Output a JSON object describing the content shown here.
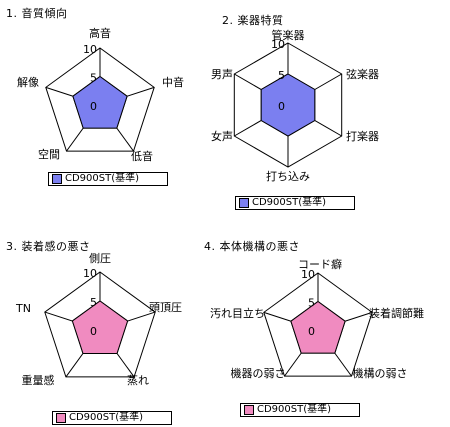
{
  "chart_data": [
    {
      "type": "radar",
      "title": "1. 音質傾向",
      "axes": [
        "高音",
        "中音",
        "低音",
        "空間",
        "解像"
      ],
      "rmax": 10,
      "ticks": [
        "10",
        "5",
        "0"
      ],
      "series": [
        {
          "name": "CD900ST(基準)",
          "values": [
            5,
            5,
            5,
            5,
            5
          ],
          "color": "#7b7ff0"
        }
      ]
    },
    {
      "type": "radar",
      "title": "2. 楽器特質",
      "axes": [
        "管楽器",
        "弦楽器",
        "打楽器",
        "打ち込み",
        "女声",
        "男声"
      ],
      "rmax": 10,
      "ticks": [
        "10",
        "5",
        "0"
      ],
      "series": [
        {
          "name": "CD900ST(基準)",
          "values": [
            5,
            5,
            5,
            5,
            5,
            5
          ],
          "color": "#7b7ff0"
        }
      ]
    },
    {
      "type": "radar",
      "title": "3. 装着感の悪さ",
      "axes": [
        "側圧",
        "頭頂圧",
        "蒸れ",
        "重量感",
        "TN"
      ],
      "rmax": 10,
      "ticks": [
        "10",
        "5",
        "0"
      ],
      "series": [
        {
          "name": "CD900ST(基準)",
          "values": [
            5,
            5,
            5,
            5,
            5
          ],
          "color": "#f08bc0"
        }
      ]
    },
    {
      "type": "radar",
      "title": "4. 本体機構の悪さ",
      "axes": [
        "コード癖",
        "装着調節難",
        "機構の弱さ",
        "機器の弱さ",
        "汚れ目立ち"
      ],
      "rmax": 10,
      "ticks": [
        "10",
        "5",
        "0"
      ],
      "series": [
        {
          "name": "CD900ST(基準)",
          "values": [
            5,
            5,
            5,
            5,
            5
          ],
          "color": "#f08bc0"
        }
      ]
    }
  ]
}
